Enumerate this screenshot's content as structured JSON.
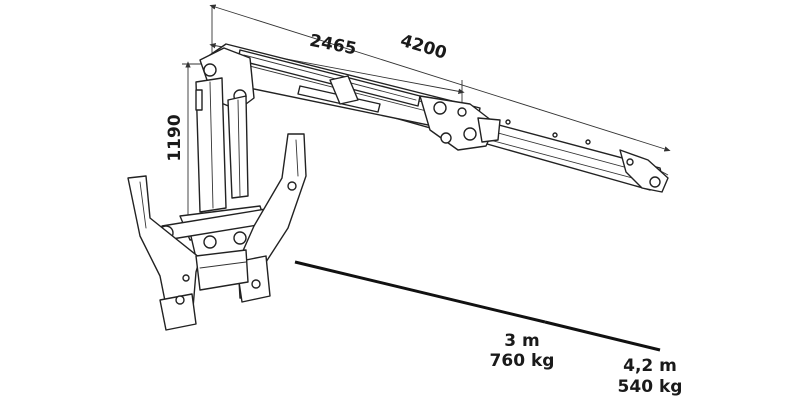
{
  "dimensions": {
    "total_reach": "4200",
    "inner_boom": "2465",
    "column_height": "1190"
  },
  "capacities": [
    {
      "reach": "3 m",
      "load": "760 kg"
    },
    {
      "reach": "4,2 m",
      "load": "540 kg"
    }
  ]
}
